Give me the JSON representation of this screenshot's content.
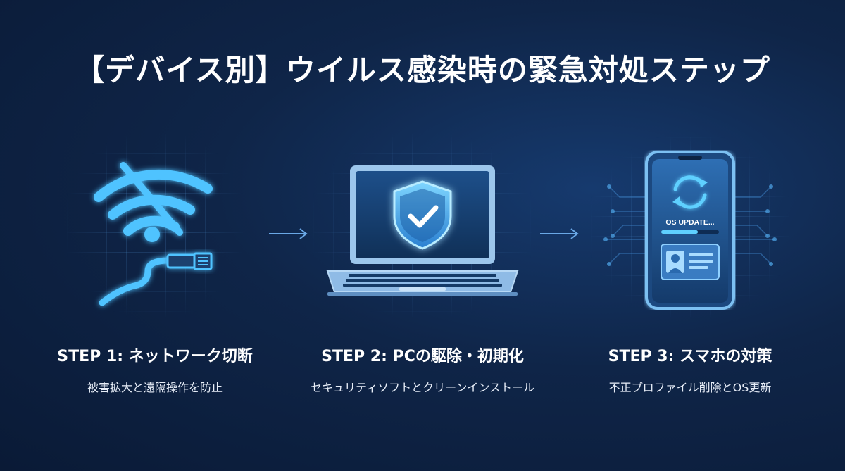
{
  "title": "【デバイス別】ウイルス感染時の緊急対処ステップ",
  "steps": [
    {
      "title": "STEP 1: ネットワーク切断",
      "subtitle": "被害拡大と遠隔操作を防止",
      "icon": "wifi-off-cable-icon"
    },
    {
      "title": "STEP 2: PCの駆除・初期化",
      "subtitle": "セキュリティソフトとクリーンインストール",
      "icon": "laptop-shield-icon"
    },
    {
      "title": "STEP 3: スマホの対策",
      "subtitle": "不正プロファイル削除とOS更新",
      "icon": "smartphone-update-icon"
    }
  ],
  "phone_screen": {
    "status_text": "OS UPDATE..."
  },
  "colors": {
    "accent": "#4fc3ff",
    "background": "#0f2548"
  }
}
